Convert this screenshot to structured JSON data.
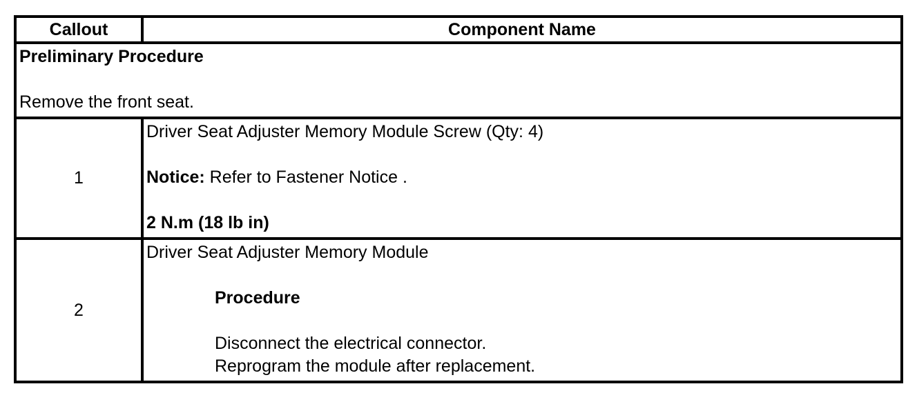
{
  "document": {
    "background_color": "#ffffff",
    "border_color": "#000000",
    "text_color": "#000000"
  },
  "table": {
    "header": {
      "callout_label": "Callout",
      "component_label": "Component Name"
    },
    "preliminary": {
      "title": "Preliminary Procedure",
      "instruction": "Remove the front seat."
    },
    "rows": [
      {
        "callout": "1",
        "component_name": "Driver Seat Adjuster Memory Module Screw (Qty: 4)",
        "notice_label": "Notice:",
        "notice_text": " Refer to Fastener Notice .",
        "torque_spec": "2 N.m (18 lb in)"
      },
      {
        "callout": "2",
        "component_name": "Driver Seat Adjuster Memory Module",
        "procedure_heading": "Procedure",
        "procedure_steps": [
          "Disconnect the electrical connector.",
          "Reprogram the module after replacement."
        ]
      }
    ]
  }
}
